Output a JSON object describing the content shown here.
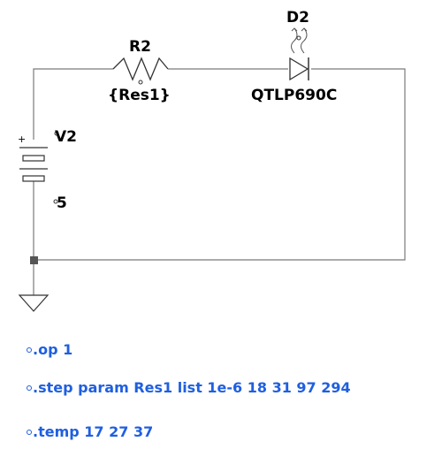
{
  "components": {
    "resistor": {
      "ref": "R2",
      "value": "{Res1}"
    },
    "diode": {
      "ref": "D2",
      "value": "QTLP690C"
    },
    "source": {
      "ref": "V2",
      "value": "5",
      "plus_sign": "+"
    }
  },
  "directives": [
    {
      "text": ".op 1"
    },
    {
      "text": ".step param Res1 list 1e-6 18 31 97 294"
    },
    {
      "text": ".temp 17 27 37"
    }
  ],
  "colors": {
    "wire": "#7a7a7a",
    "component": "#333333",
    "directive": "#1f5fe0",
    "junction": "#555555"
  }
}
